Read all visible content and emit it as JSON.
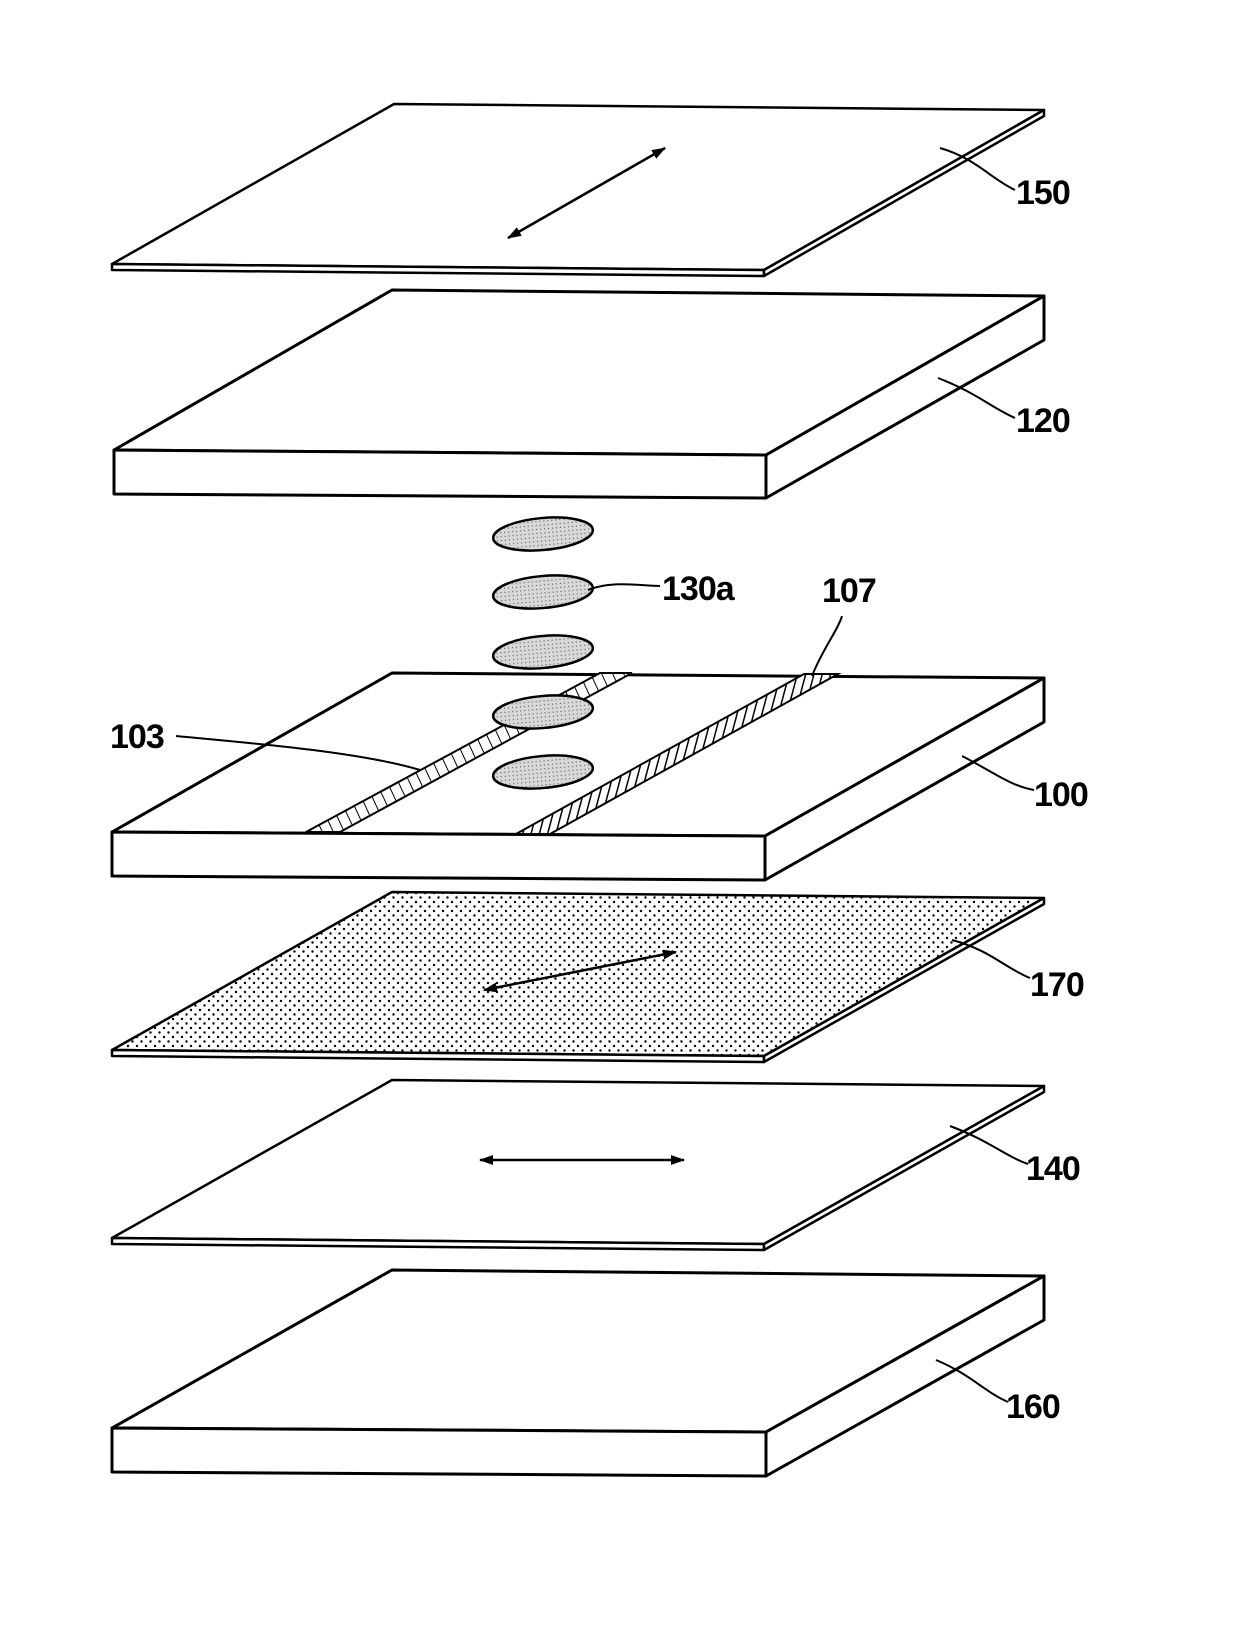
{
  "labels": {
    "polarizer_top": "150",
    "substrate_top": "120",
    "lc_molecule": "130a",
    "electrode_right": "107",
    "electrode_left": "103",
    "substrate_bottom": "100",
    "compensation_film": "170",
    "polarizer_bottom": "140",
    "backlight": "160"
  },
  "colors": {
    "line": "#000000",
    "background": "#ffffff",
    "dot_fill": "#d8d8d8"
  }
}
